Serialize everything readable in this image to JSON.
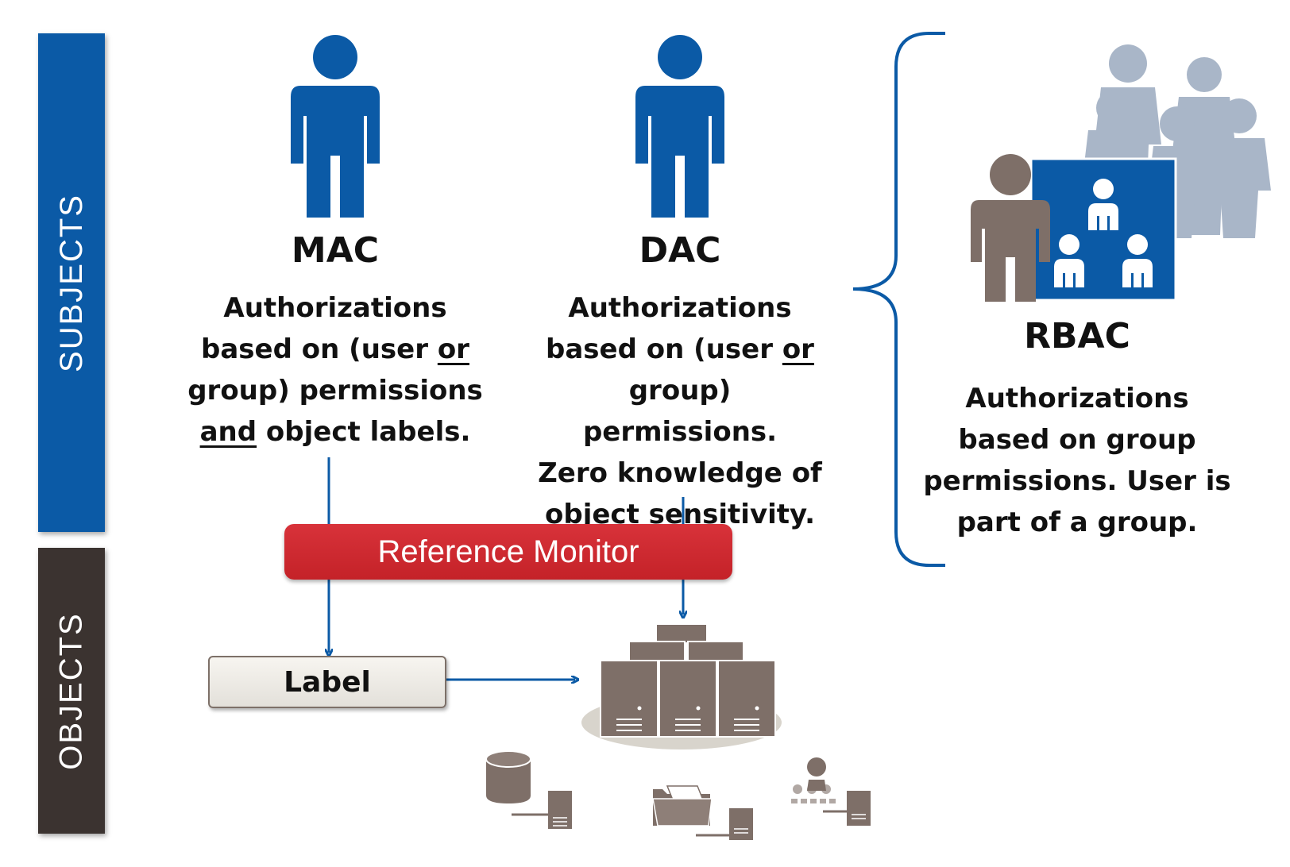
{
  "sidebar": {
    "subjects_label": "SUBJECTS",
    "objects_label": "OBJECTS"
  },
  "mac": {
    "title": "MAC",
    "line1": "Authorizations",
    "line2_pre": "based on (user ",
    "line2_u": "or",
    "line3": "group) permissions",
    "line4_u": "and",
    "line4_post": " object labels."
  },
  "dac": {
    "title": "DAC",
    "line1": "Authorizations",
    "line2_pre": "based on (user ",
    "line2_u": "or",
    "line3": "group) permissions.",
    "line4": "Zero knowledge of",
    "line5": "object sensitivity."
  },
  "rbac": {
    "title": "RBAC",
    "line1": "Authorizations",
    "line2": "based on group",
    "line3": "permissions. User is",
    "line4": "part of a group."
  },
  "reference_monitor": "Reference Monitor",
  "label_box": "Label",
  "icons": [
    "person-icon",
    "group-icon",
    "server-cluster-icon",
    "database-icon",
    "folder-icon",
    "server-icon",
    "org-chart-icon"
  ],
  "colors": {
    "blue": "#0b5aa6",
    "dark": "#3b3330",
    "red": "#c82a30",
    "taupe": "#7e6f68",
    "grey_blue": "#a9b6c8"
  }
}
